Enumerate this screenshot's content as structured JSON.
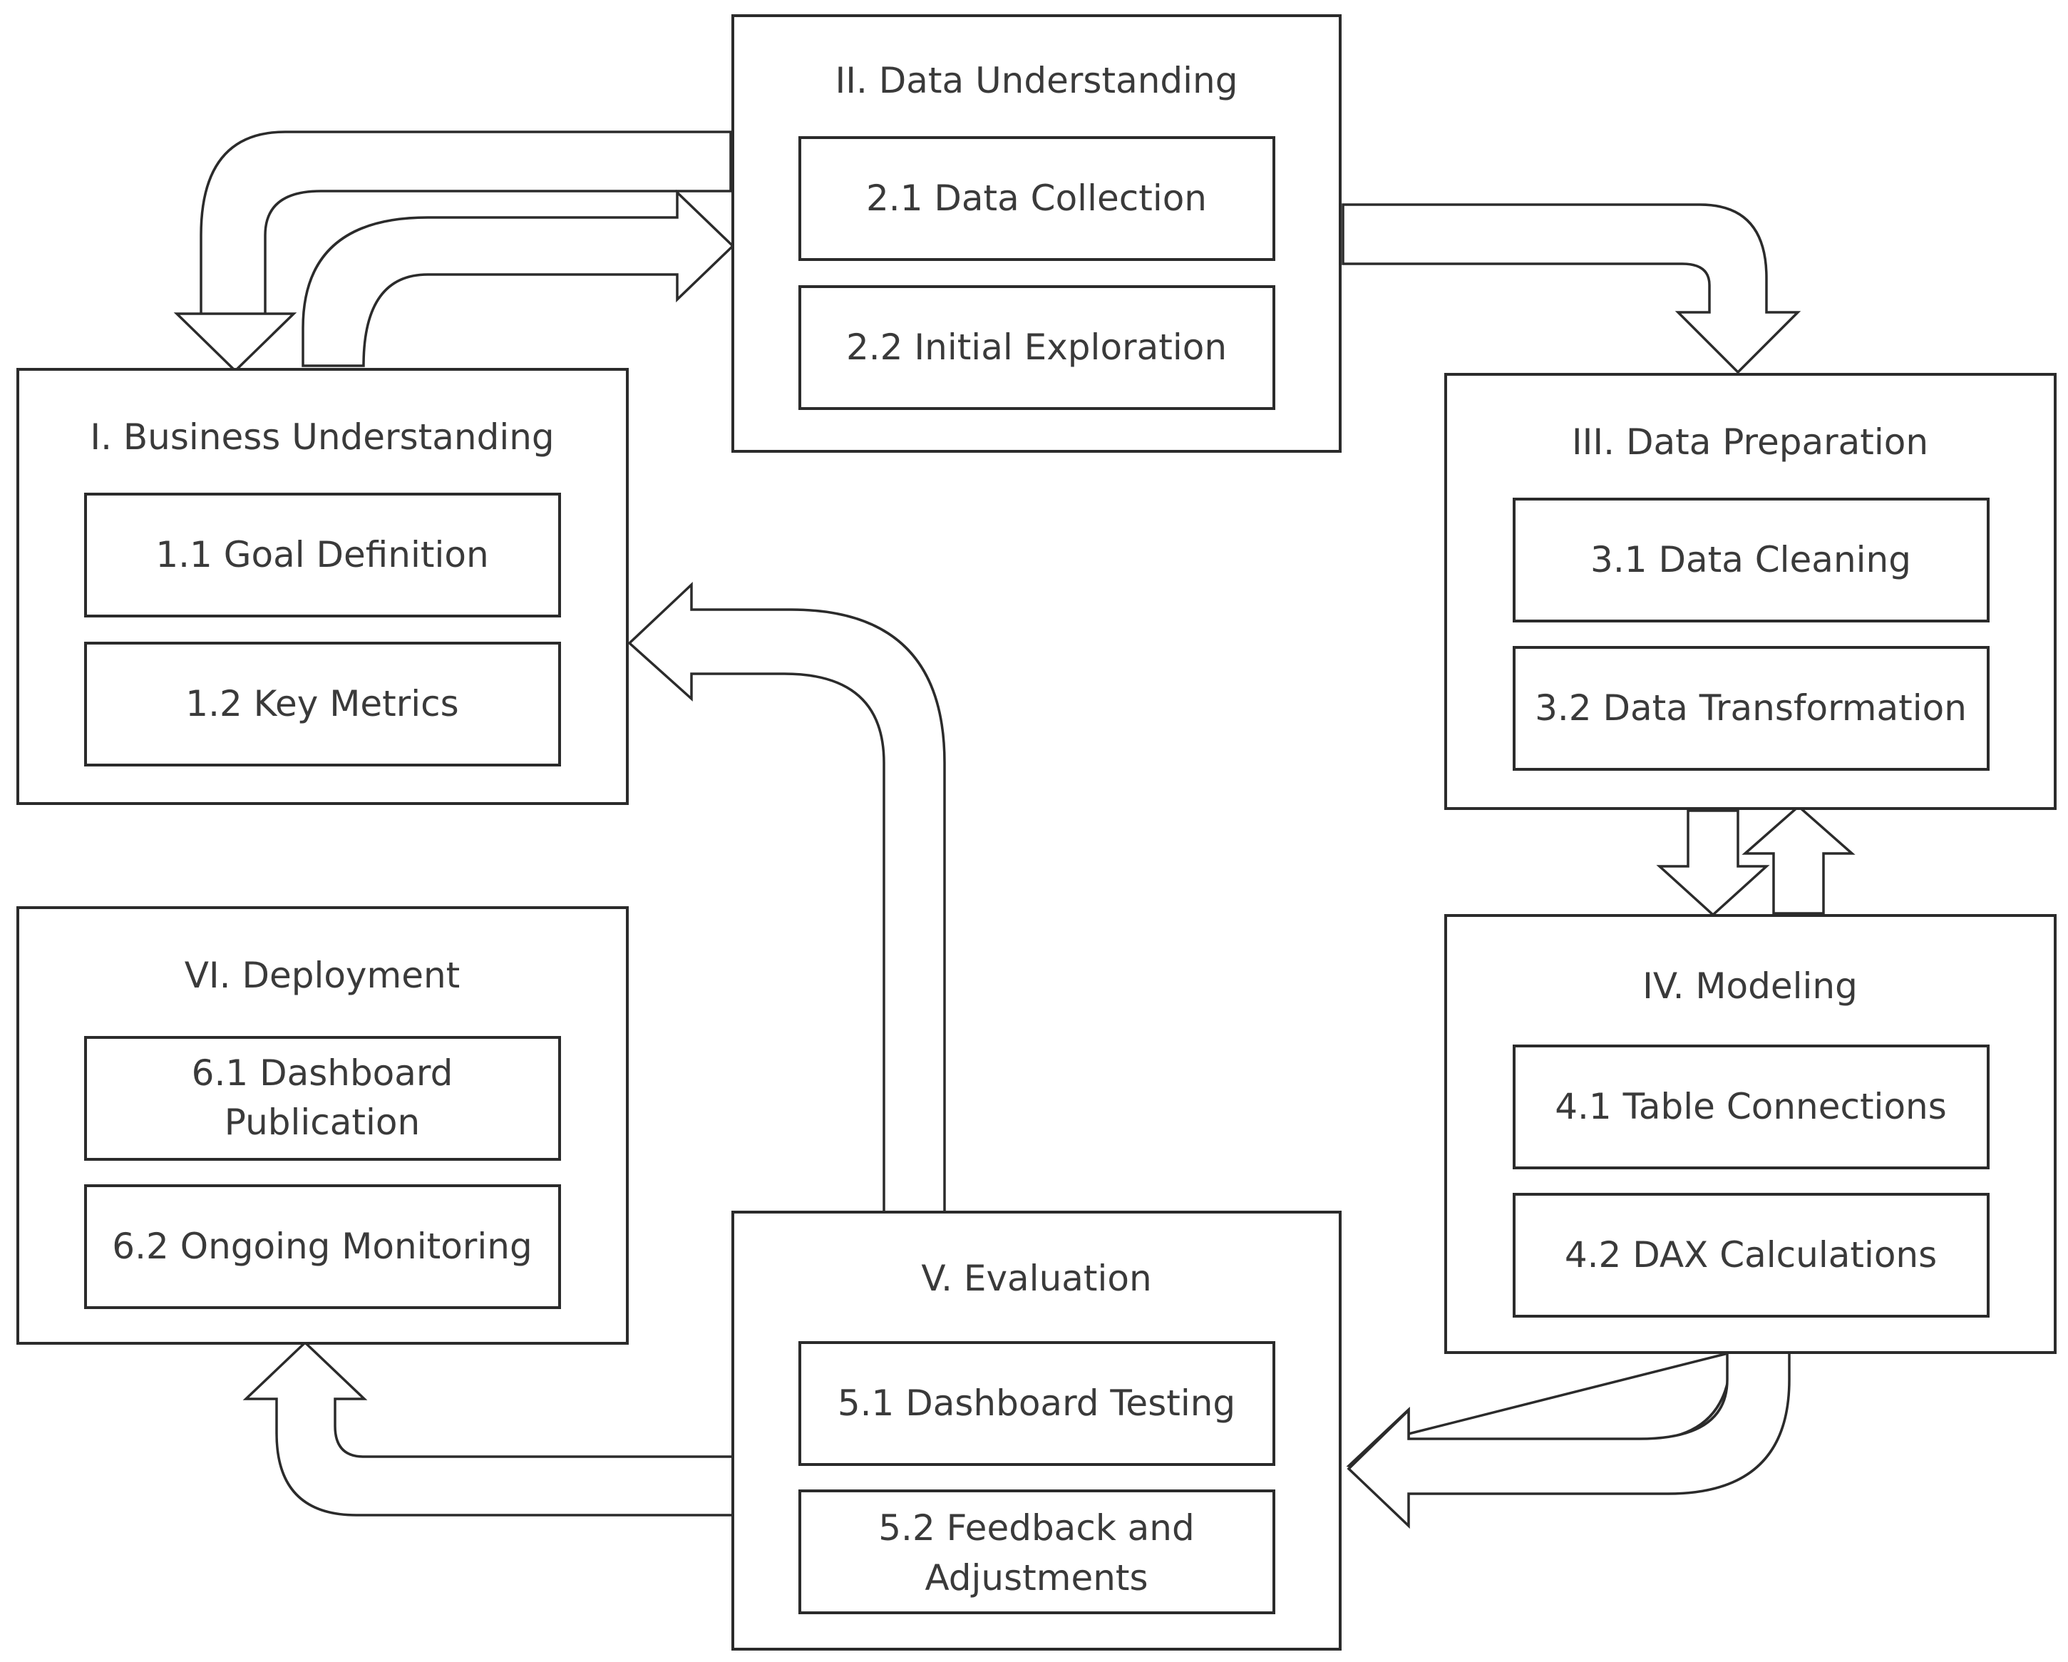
{
  "phases": [
    {
      "title": "I. Business Understanding",
      "steps": [
        "1.1 Goal Definition",
        "1.2 Key Metrics"
      ]
    },
    {
      "title": "II. Data Understanding",
      "steps": [
        "2.1 Data Collection",
        "2.2 Initial Exploration"
      ]
    },
    {
      "title": "III. Data Preparation",
      "steps": [
        "3.1 Data Cleaning",
        "3.2 Data Transformation"
      ]
    },
    {
      "title": "IV. Modeling",
      "steps": [
        "4.1 Table Connections",
        "4.2 DAX Calculations"
      ]
    },
    {
      "title": "V. Evaluation",
      "steps": [
        "5.1 Dashboard Testing",
        "5.2 Feedback and",
        "Adjustments"
      ]
    },
    {
      "title": "VI. Deployment",
      "steps": [
        "6.1 Dashboard",
        "Publication",
        "6.2 Ongoing Monitoring"
      ]
    }
  ],
  "colors": {
    "stroke": "#2b2b2b",
    "text": "#3a3a3a",
    "fill": "#ffffff"
  }
}
